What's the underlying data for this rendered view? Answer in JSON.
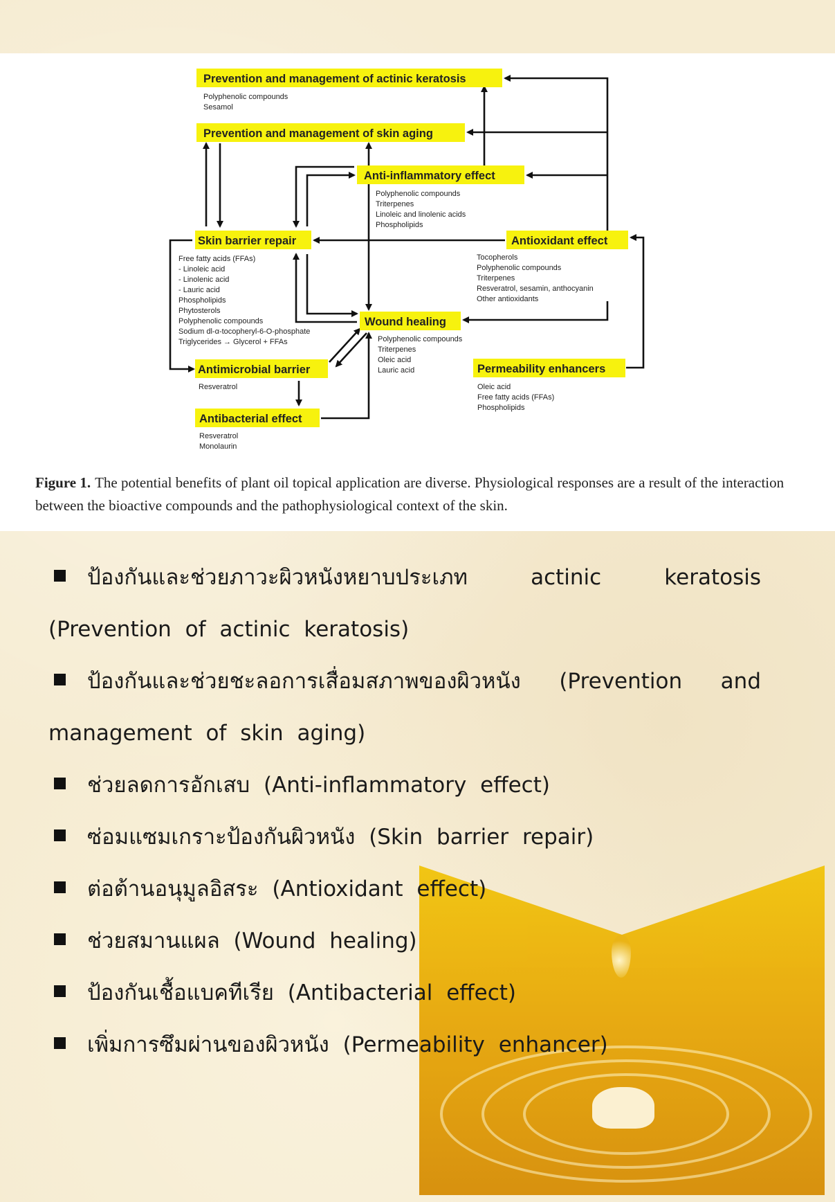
{
  "figure": {
    "nodes": {
      "actinic": {
        "title": "Prevention and management of actinic keratosis",
        "compounds": [
          "Polyphenolic compounds",
          "Sesamol"
        ]
      },
      "aging": {
        "title": "Prevention and management of skin aging",
        "compounds": []
      },
      "anti_inflammatory": {
        "title": "Anti-inflammatory effect",
        "compounds": [
          "Polyphenolic compounds",
          "Triterpenes",
          "Linoleic and linolenic acids",
          "Phospholipids"
        ]
      },
      "barrier": {
        "title": "Skin barrier repair",
        "compounds": [
          "Free fatty acids (FFAs)",
          "-    Linoleic acid",
          "-    Linolenic acid",
          "-    Lauric acid",
          "Phospholipids",
          "Phytosterols",
          "Polyphenolic compounds",
          "Sodium dl-α-tocopheryl-6-O-phosphate",
          "Triglycerides → Glycerol + FFAs"
        ]
      },
      "antioxidant": {
        "title": "Antioxidant effect",
        "compounds": [
          "Tocopherols",
          "Polyphenolic compounds",
          "Triterpenes",
          "Resveratrol, sesamin, anthocyanin",
          "Other antioxidants"
        ]
      },
      "wound": {
        "title": "Wound healing",
        "compounds": [
          "Polyphenolic compounds",
          "Triterpenes",
          "Oleic acid",
          "Lauric acid"
        ]
      },
      "antimicrobial": {
        "title": "Antimicrobial barrier",
        "compounds": [
          "Resveratrol"
        ]
      },
      "permeability": {
        "title": "Permeability enhancers",
        "compounds": [
          "Oleic acid",
          "Free fatty acids (FFAs)",
          "Phospholipids"
        ]
      },
      "antibacterial": {
        "title": "Antibacterial effect",
        "compounds": [
          "Resveratrol",
          "Monolaurin"
        ]
      }
    },
    "caption_label": "Figure 1.",
    "caption_text": "The potential benefits of plant oil topical application are diverse. Physiological responses are a result of the interaction between the bioactive compounds and the pathophysiological context of the skin."
  },
  "bullets": [
    "ป้องกันและช่วยภาวะผิวหนังหยาบประเภท actinic keratosis (Prevention of actinic keratosis)",
    "ป้องกันและช่วยชะลอการเสื่อมสภาพของผิวหนัง (Prevention and management of skin aging)",
    "ช่วยลดการอักเสบ (Anti-inflammatory effect)",
    "ซ่อมแซมเกราะป้องกันผิวหนัง (Skin barrier repair)",
    "ต่อต้านอนุมูลอิสระ (Antioxidant effect)",
    "ช่วยสมานแผล (Wound healing)",
    "ป้องกันเชื้อแบคทีเรีย (Antibacterial effect)",
    "เพิ่มการซึมผ่านของผิวหนัง (Permeability enhancer)"
  ],
  "colors": {
    "node_highlight": "#f7f20e",
    "paper": "#f6ecd2",
    "oil": "#e8a808"
  }
}
